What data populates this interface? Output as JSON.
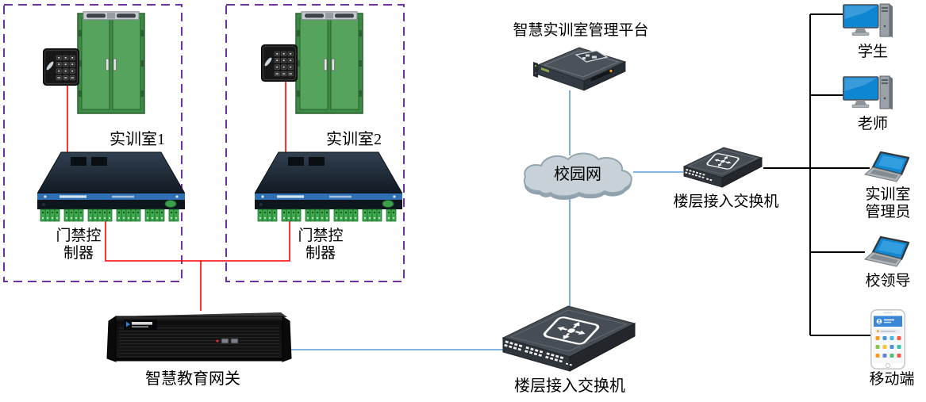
{
  "colors": {
    "room_border": "#7030a0",
    "wire_red": "#ff0000",
    "wire_blue": "#5b9bd5",
    "wire_black": "#000000",
    "door_green": "#55a35c",
    "controller_body": "#1c2733",
    "cloud_fill": "#c7d1d7",
    "screen_blue": "#1287d2"
  },
  "rooms": [
    {
      "name": "实训室1",
      "controller_line1": "门禁控",
      "controller_line2": "制器"
    },
    {
      "name": "实训室2",
      "controller_line1": "门禁控",
      "controller_line2": "制器"
    }
  ],
  "devices": {
    "gateway_label": "智慧教育网关",
    "platform_label": "智慧实训室管理平台",
    "cloud_label": "校园网",
    "switch_bottom_label": "楼层接入交换机",
    "switch_right_label": "楼层接入交换机"
  },
  "users": {
    "student": "学生",
    "teacher": "老师",
    "admin_line1": "实训室",
    "admin_line2": "管理员",
    "leader": "校领导",
    "mobile": "移动端"
  }
}
